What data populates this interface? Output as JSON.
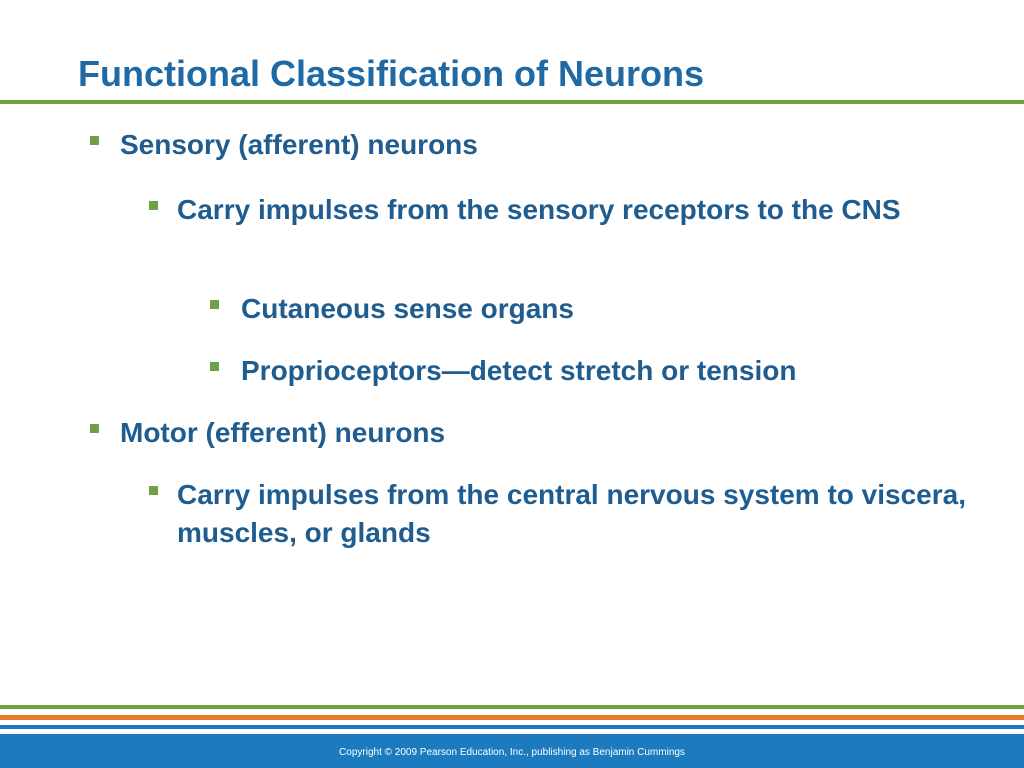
{
  "slide": {
    "title": "Functional Classification of Neurons",
    "bullets": [
      {
        "level": 1,
        "text": "Sensory (afferent) neurons"
      },
      {
        "level": 2,
        "text": "Carry impulses from the sensory receptors to the CNS"
      },
      {
        "level": 3,
        "text": "Cutaneous sense organs"
      },
      {
        "level": 3,
        "text": "Proprioceptors—detect stretch or tension"
      },
      {
        "level": 1,
        "text": "Motor (efferent) neurons"
      },
      {
        "level": 2,
        "text": "Carry impulses from the central nervous system to viscera, muscles, or glands"
      }
    ],
    "footer": "Copyright © 2009 Pearson Education, Inc., publishing as Benjamin Cummings"
  },
  "colors": {
    "title": "#1f6aa5",
    "body_text": "#1f5c8f",
    "bullet_marker": "#6fa046",
    "accent_green": "#6fa046",
    "accent_orange": "#e8792b",
    "accent_blue": "#1c7bbf"
  },
  "icons": {
    "bullet_marker": "square-bullet-icon"
  }
}
